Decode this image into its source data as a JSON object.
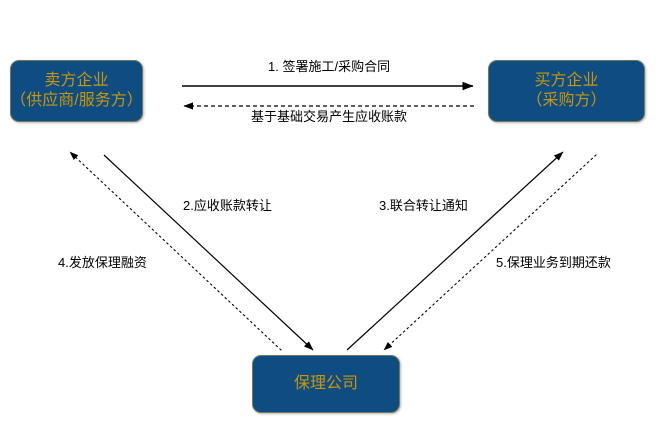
{
  "diagram": {
    "title": "supply-chain-factoring-flow",
    "background": "#FFFFFF",
    "node_fill": "#0F4C81",
    "node_text_color": "#C8960C",
    "edge_color": "#000000",
    "nodes": [
      {
        "id": "seller",
        "line1": "卖方企业",
        "line2": "（供应商/服务方）"
      },
      {
        "id": "buyer",
        "line1": "买方企业",
        "line2": "（采购方）"
      },
      {
        "id": "factor",
        "line1": "保理公司",
        "line2": ""
      }
    ],
    "edges": [
      {
        "id": "contract",
        "label": "1. 签署施工/采购合同",
        "style": "solid",
        "from": "seller",
        "to": "buyer"
      },
      {
        "id": "receivable",
        "label": "基于基础交易产生应收账款",
        "style": "dashed",
        "from": "buyer",
        "to": "seller"
      },
      {
        "id": "transfer",
        "label": "2.应收账款转让",
        "style": "solid",
        "from": "seller",
        "to": "factor"
      },
      {
        "id": "notice",
        "label": "3.联合转让通知",
        "style": "solid",
        "from": "factor",
        "to": "buyer"
      },
      {
        "id": "financing",
        "label": "4.发放保理融资",
        "style": "dotted",
        "from": "factor",
        "to": "seller"
      },
      {
        "id": "repayment",
        "label": "5.保理业务到期还款",
        "style": "dotted",
        "from": "buyer",
        "to": "factor"
      }
    ]
  }
}
